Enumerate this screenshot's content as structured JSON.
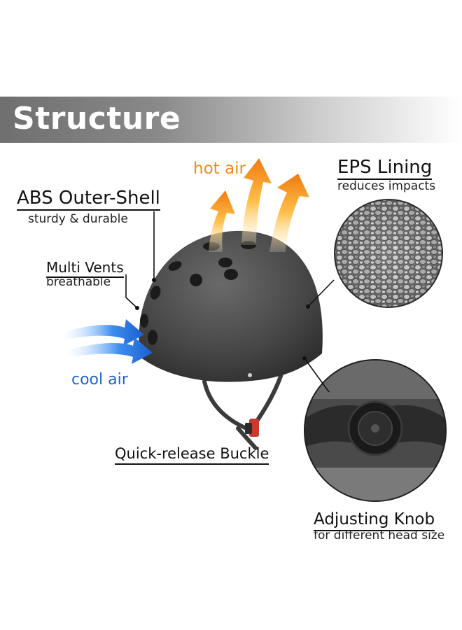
{
  "banner": {
    "title": "Structure"
  },
  "labels": {
    "abs_shell": {
      "title": "ABS Outer-Shell",
      "subtitle": "sturdy & durable"
    },
    "multi_vents": {
      "title": "Multi Vents",
      "subtitle": "breathable"
    },
    "eps_lining": {
      "title": "EPS Lining",
      "subtitle": "reduces impacts"
    },
    "buckle": {
      "title": "Quick-release Buckle"
    },
    "knob": {
      "title": "Adjusting Knob",
      "subtitle": "for different head size"
    },
    "hot_air": "hot air",
    "cool_air": "cool air"
  },
  "colors": {
    "hot_air": "#f08a1a",
    "cool_air": "#1e66c8",
    "helmet": "#4a4a4a",
    "banner": "#7a7a7a"
  },
  "icons": [
    "hot-air-arrow-icon",
    "cool-air-arrow-icon"
  ]
}
